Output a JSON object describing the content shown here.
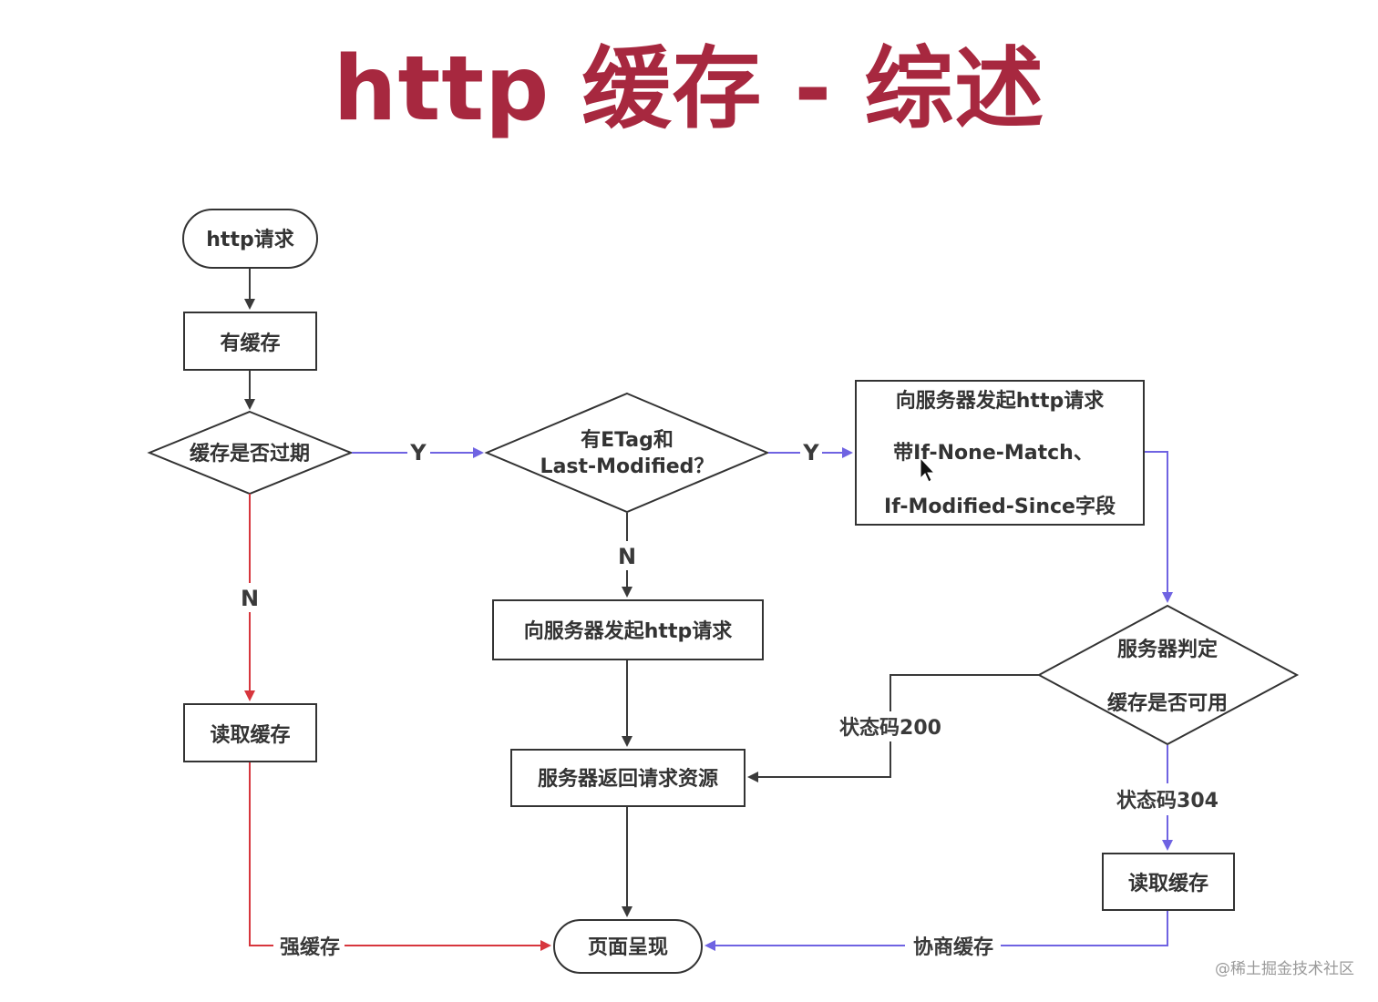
{
  "title": "http 缓存 - 综述",
  "watermark": "@稀土掘金技术社区",
  "nodes": {
    "start": "http请求",
    "has_cache": "有缓存",
    "expired": "缓存是否过期",
    "etag_line1": "有ETag和",
    "etag_line2": "Last-Modified？",
    "server_req_headers_line1": "向服务器发起http请求",
    "server_req_headers_line2": "带If-None-Match、",
    "server_req_headers_line3": "If-Modified-Since字段",
    "server_req": "向服务器发起http请求",
    "read_cache_left": "读取缓存",
    "server_return": "服务器返回请求资源",
    "judge_line1": "服务器判定",
    "judge_line2": "缓存是否可用",
    "read_cache_right": "读取缓存",
    "render": "页面呈现"
  },
  "edges": {
    "yes1": "Y",
    "yes2": "Y",
    "no1": "N",
    "no2": "N",
    "status200": "状态码200",
    "status304": "状态码304",
    "strong_cache": "强缓存",
    "negotiated_cache": "协商缓存"
  },
  "colors": {
    "title": "#a7283f",
    "default_arrow": "#3a3a3a",
    "yes_arrow": "#6f63e2",
    "strong_arrow": "#d7363d",
    "node_border": "#333333"
  }
}
